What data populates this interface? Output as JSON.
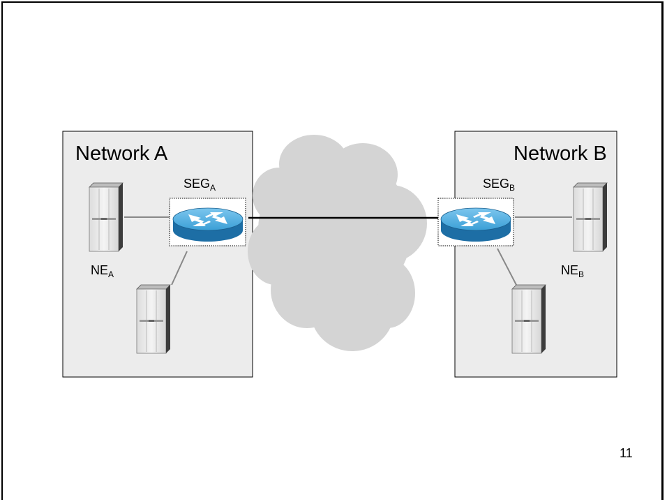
{
  "slide": {
    "page_number": "11",
    "networks": [
      {
        "title": "Network A",
        "gateway": {
          "base": "SEG",
          "sub": "A"
        },
        "element": {
          "base": "NE",
          "sub": "A"
        }
      },
      {
        "title": "Network B",
        "gateway": {
          "base": "SEG",
          "sub": "B"
        },
        "element": {
          "base": "NE",
          "sub": "B"
        }
      }
    ]
  },
  "colors": {
    "network_box": "#ececec",
    "cloud": "#d3d3d3",
    "router_top": "#4aa9dc",
    "router_side": "#1a6fa3",
    "server_face": "#e8e8e8",
    "server_side": "#3a3a3a"
  },
  "icons": [
    "router-icon",
    "server-icon",
    "cloud-icon"
  ]
}
